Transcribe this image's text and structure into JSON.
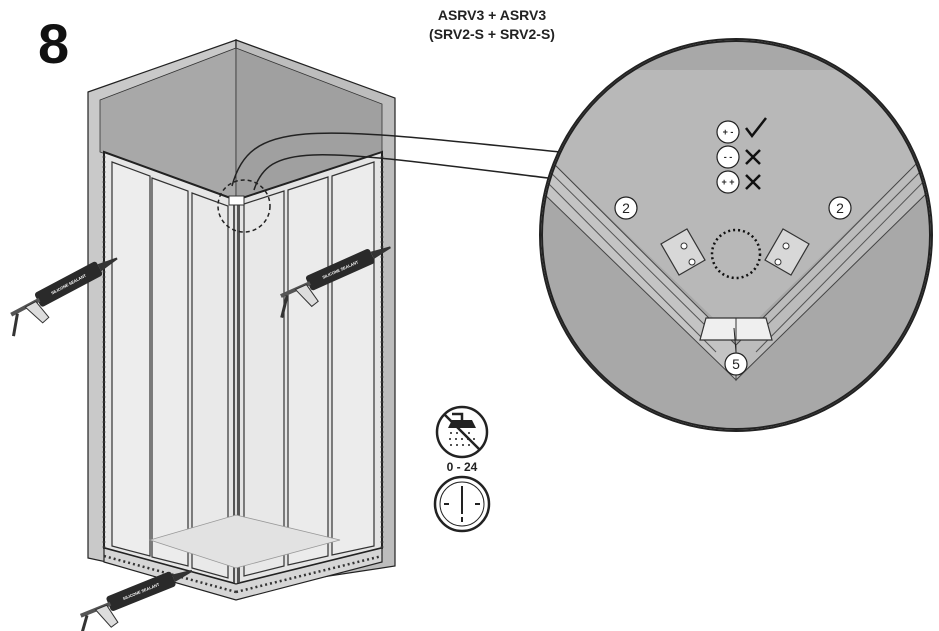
{
  "step": {
    "number": "8"
  },
  "title": {
    "line1": "ASRV3 + ASRV3",
    "line2": "(SRV2-S + SRV2-S)"
  },
  "detail": {
    "callout_left": "2",
    "callout_right": "2",
    "callout_bottom": "5",
    "orientations": [
      {
        "symbol": "+ -",
        "status": "correct",
        "icon": "check-icon"
      },
      {
        "symbol": "- -",
        "status": "incorrect",
        "icon": "cross-icon"
      },
      {
        "symbol": "+ +",
        "status": "incorrect",
        "icon": "cross-icon"
      }
    ]
  },
  "sealant": {
    "label": "SILICONE SEALANT"
  },
  "curing": {
    "time_label": "0 - 24",
    "icons": [
      "no-shower-icon",
      "clock-icon"
    ]
  },
  "colors": {
    "line": "#222222",
    "wall": "#c8c8c8",
    "wall_dark": "#b0b0b0",
    "glass": "#ebebeb",
    "detail_bg": "#9a9a9a"
  }
}
